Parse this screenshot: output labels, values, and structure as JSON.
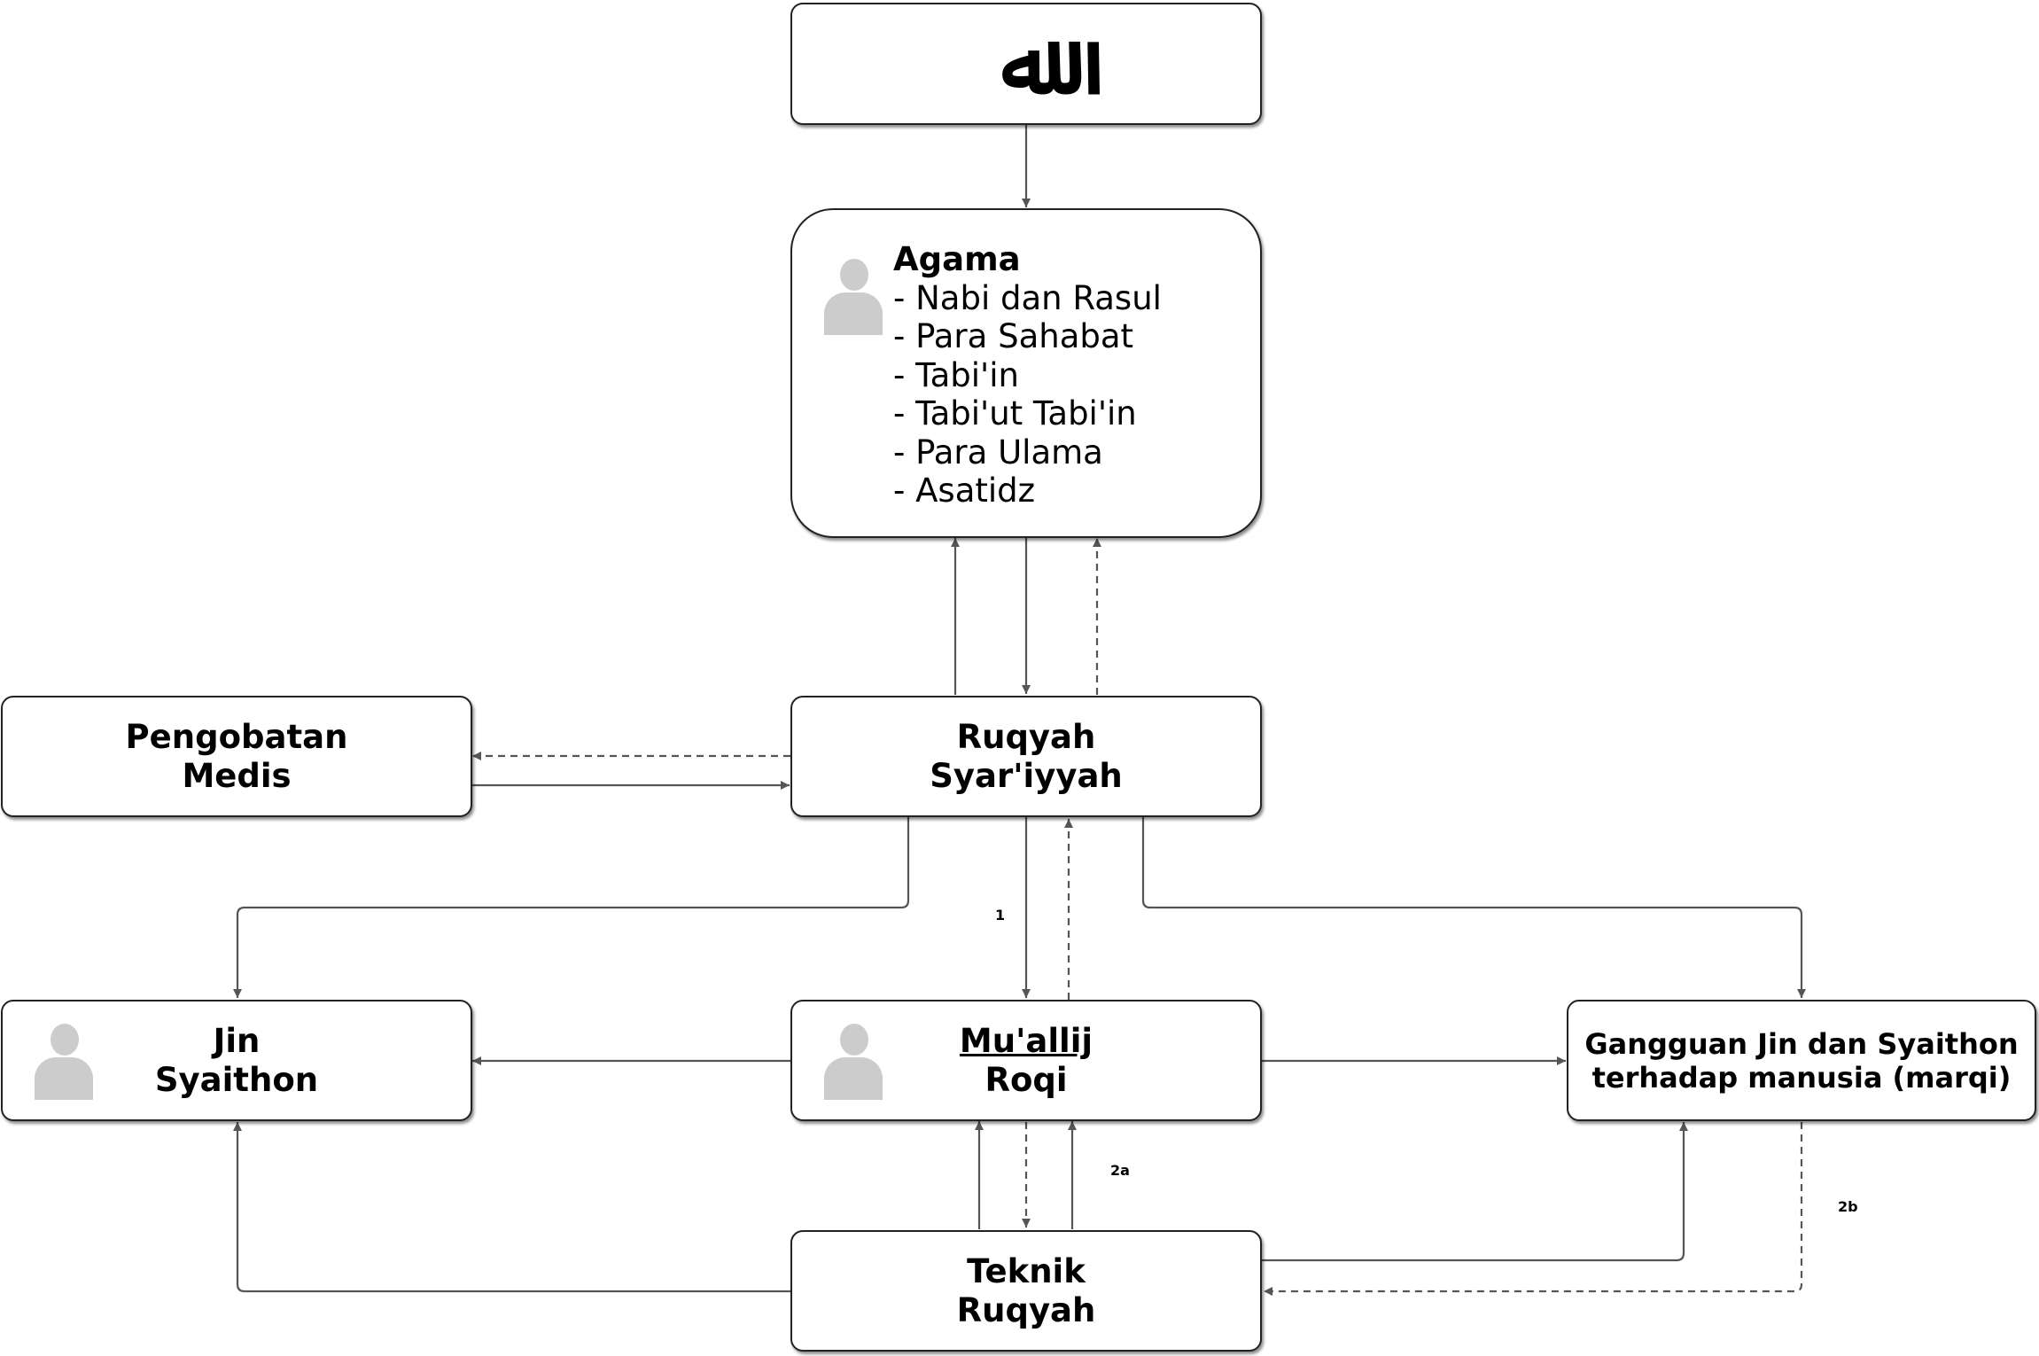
{
  "nodes": {
    "allah": {
      "text": "ﷲ"
    },
    "agama": {
      "title": "Agama",
      "items": [
        "- Nabi dan Rasul",
        "- Para Sahabat",
        "- Tabi'in",
        "- Tabi'ut Tabi'in",
        "- Para Ulama",
        "- Asatidz"
      ]
    },
    "pengobatan": {
      "line1": "Pengobatan",
      "line2": "Medis"
    },
    "ruqyah": {
      "line1": "Ruqyah",
      "line2": "Syar'iyyah"
    },
    "jin": {
      "line1": "Jin",
      "line2": "Syaithon"
    },
    "mualij": {
      "line1": "Mu'allij",
      "line2": "Roqi"
    },
    "gangguan": {
      "line1": "Gangguan Jin dan Syaithon",
      "line2": "terhadap manusia (marqi)"
    },
    "teknik": {
      "line1": "Teknik",
      "line2": "Ruqyah"
    }
  },
  "edge_labels": {
    "l1": "1",
    "l2a": "2a",
    "l2b": "2b"
  },
  "colors": {
    "stroke": "#222222",
    "edge": "#555555",
    "icon": "#cccccc"
  },
  "icons": [
    "person-icon"
  ]
}
